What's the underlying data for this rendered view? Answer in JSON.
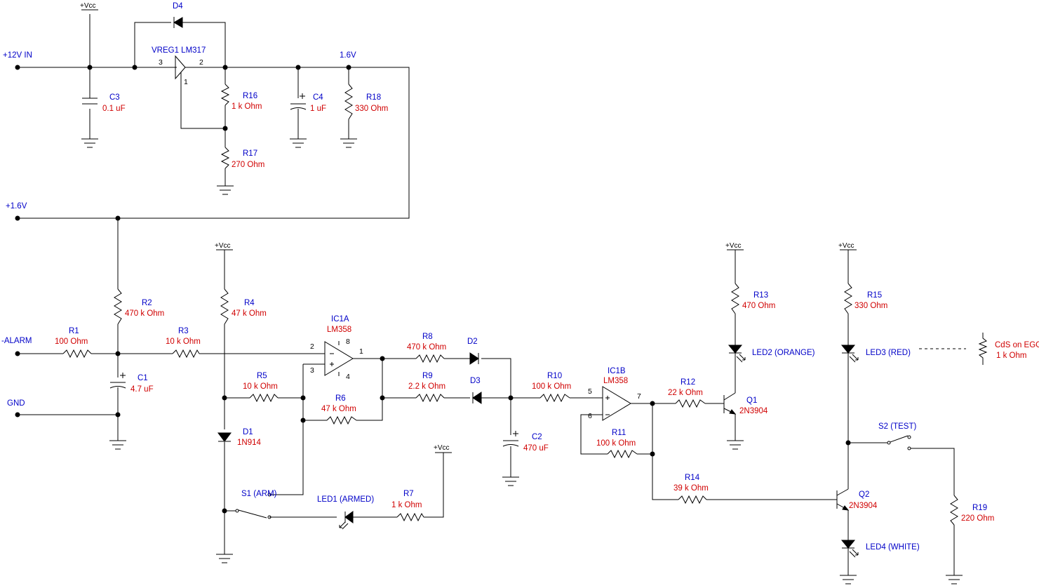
{
  "power": {
    "vcc": "+Vcc"
  },
  "nets": {
    "in12": "+12V IN",
    "v16_top": "1.6V",
    "v16_left": "+1.6V",
    "alarm": "-ALARM",
    "gnd": "GND"
  },
  "vreg": {
    "ref": "VREG1 LM317",
    "pin_in": "3",
    "pin_out": "2",
    "pin_adj": "1"
  },
  "d4": {
    "ref": "D4"
  },
  "c3": {
    "ref": "C3",
    "val": "0.1 uF"
  },
  "r16": {
    "ref": "R16",
    "val": "1 k Ohm"
  },
  "r17": {
    "ref": "R17",
    "val": "270  Ohm"
  },
  "c4": {
    "ref": "C4",
    "val": "1 uF"
  },
  "r18": {
    "ref": "R18",
    "val": "330  Ohm"
  },
  "r1": {
    "ref": "R1",
    "val": "100  Ohm"
  },
  "r2": {
    "ref": "R2",
    "val": "470 k Ohm"
  },
  "r3": {
    "ref": "R3",
    "val": "10 k Ohm"
  },
  "r4": {
    "ref": "R4",
    "val": "47 k Ohm"
  },
  "r5": {
    "ref": "R5",
    "val": "10 k Ohm"
  },
  "r6": {
    "ref": "R6",
    "val": "47 k Ohm"
  },
  "r7": {
    "ref": "R7",
    "val": "1 k Ohm"
  },
  "r8": {
    "ref": "R8",
    "val": "470 k Ohm"
  },
  "r9": {
    "ref": "R9",
    "val": "2.2 k Ohm"
  },
  "r10": {
    "ref": "R10",
    "val": "100 k Ohm"
  },
  "r11": {
    "ref": "R11",
    "val": "100 k Ohm"
  },
  "r12": {
    "ref": "R12",
    "val": "22 k Ohm"
  },
  "r13": {
    "ref": "R13",
    "val": "470  Ohm"
  },
  "r14": {
    "ref": "R14",
    "val": "39 k Ohm"
  },
  "r15": {
    "ref": "R15",
    "val": "330  Ohm"
  },
  "r19": {
    "ref": "R19",
    "val": "220  Ohm"
  },
  "cds": {
    "val": "CdS on EGG",
    "val2": "1 k Ohm"
  },
  "c1": {
    "ref": "C1",
    "val": "4.7 uF"
  },
  "c2": {
    "ref": "C2",
    "val": "470 uF"
  },
  "d1": {
    "ref": "D1",
    "val": "1N914"
  },
  "d2": {
    "ref": "D2"
  },
  "d3": {
    "ref": "D3"
  },
  "ic1a": {
    "ref": "IC1A",
    "val": "LM358",
    "pin_in_neg": "2",
    "pin_in_pos": "3",
    "pin_out": "1",
    "pin_vcc": "8",
    "pin_gnd": "4"
  },
  "ic1b": {
    "ref": "IC1B",
    "val": "LM358",
    "pin_in_pos": "5",
    "pin_in_neg": "6",
    "pin_out": "7"
  },
  "q1": {
    "ref": "Q1",
    "val": "2N3904"
  },
  "q2": {
    "ref": "Q2",
    "val": "2N3904"
  },
  "led1": {
    "ref": "LED1 (ARMED)"
  },
  "led2": {
    "ref": "LED2 (ORANGE)"
  },
  "led3": {
    "ref": "LED3 (RED)"
  },
  "led4": {
    "ref": "LED4 (WHITE)"
  },
  "s1": {
    "ref": "S1 (ARM)"
  },
  "s2": {
    "ref": "S2 (TEST)"
  }
}
